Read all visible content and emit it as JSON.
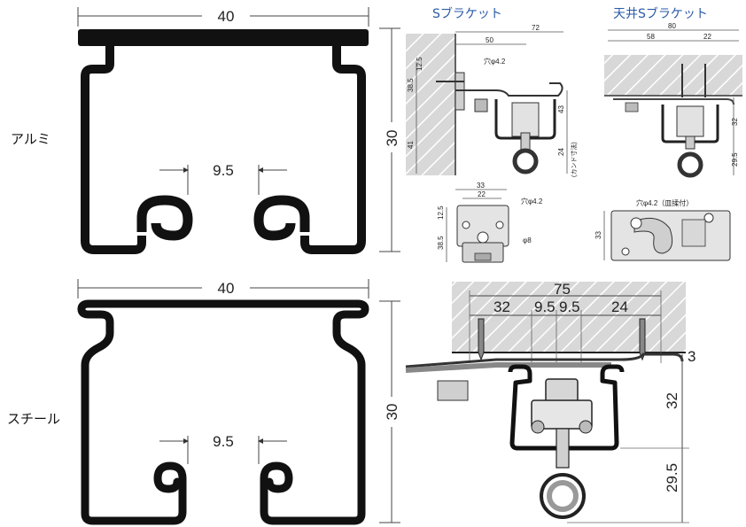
{
  "labels": {
    "aluminum": "アルミ",
    "steel": "スチール"
  },
  "titles": {
    "s_bracket": "Sブラケット",
    "ceiling_s_bracket": "天井Sブラケット"
  },
  "alu_profile": {
    "width": "40",
    "height": "30",
    "gap": "9.5"
  },
  "steel_profile": {
    "width": "40",
    "height": "30",
    "gap": "9.5"
  },
  "s_bracket_side": {
    "d72": "72",
    "d50": "50",
    "hole": "穴φ4.2",
    "d12_5": "12.5",
    "d38_5": "38.5",
    "d41": "41",
    "d43": "43",
    "d24": "24",
    "note": "(カンド寸法)"
  },
  "s_bracket_front": {
    "d33": "33",
    "d22": "22",
    "hole": "穴φ4.2",
    "d12_5": "12.5",
    "d38_5": "38.5",
    "phi8": "φ8"
  },
  "ceiling_side": {
    "d80": "80",
    "d58": "58",
    "d22": "22",
    "d32": "32",
    "d29_5": "29.5"
  },
  "ceiling_top": {
    "hole": "穴φ4.2（皿揉付）",
    "d33": "33"
  },
  "ceiling_large": {
    "d75": "75",
    "d32": "32",
    "d9_5a": "9.5",
    "d9_5b": "9.5",
    "d24": "24",
    "d3": "3",
    "v32": "32",
    "v29_5": "29.5"
  }
}
